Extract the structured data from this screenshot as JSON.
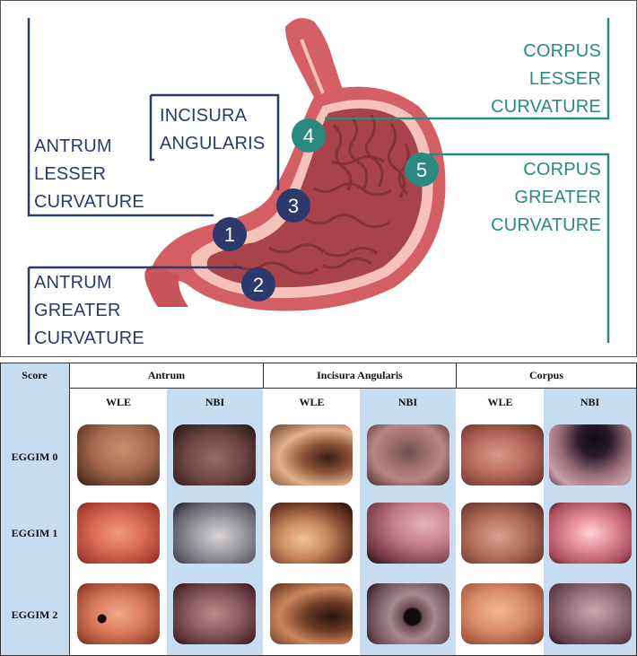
{
  "diagram": {
    "labels": {
      "antrum_lesser": [
        "ANTRUM",
        "LESSER",
        "CURVATURE"
      ],
      "antrum_greater": [
        "ANTRUM",
        "GREATER",
        "CURVATURE"
      ],
      "incisura": [
        "INCISURA",
        "ANGULARIS"
      ],
      "corpus_lesser": [
        "CORPUS",
        "LESSER",
        "CURVATURE"
      ],
      "corpus_greater": [
        "CORPUS",
        "GREATER",
        "CURVATURE"
      ]
    },
    "markers": [
      "1",
      "2",
      "3",
      "4",
      "5"
    ],
    "colors": {
      "navy": "#2c3a6b",
      "teal": "#2a8a80",
      "stomach_outer": "#d35f65",
      "stomach_inner": "#b24a52",
      "mucosa": "#f4c2b8"
    }
  },
  "table": {
    "score_header": "Score",
    "groups": [
      "Antrum",
      "Incisura Angularis",
      "Corpus"
    ],
    "modes": [
      "WLE",
      "NBI",
      "WLE",
      "NBI",
      "WLE",
      "NBI"
    ],
    "rows": [
      "EGGIM 0",
      "EGGIM 1",
      "EGGIM 2"
    ],
    "header_color": "#c8dcef"
  }
}
